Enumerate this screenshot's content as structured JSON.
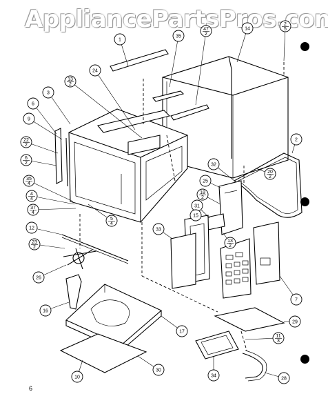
{
  "watermark": "AppliancePartsPros.com",
  "page_number": "6",
  "callouts": [
    {
      "id": "c1",
      "top": "1"
    },
    {
      "id": "c35",
      "top": "35"
    },
    {
      "id": "c47_2",
      "top": "47",
      "bottom": "2"
    },
    {
      "id": "c14",
      "top": "14"
    },
    {
      "id": "c2_5",
      "top": "2",
      "bottom": "5"
    },
    {
      "id": "c24",
      "top": "24"
    },
    {
      "id": "c13_2",
      "top": "13",
      "bottom": "2"
    },
    {
      "id": "c3",
      "top": "3"
    },
    {
      "id": "c6",
      "top": "6"
    },
    {
      "id": "c9",
      "top": "9"
    },
    {
      "id": "c22_2",
      "top": "22",
      "bottom": "2"
    },
    {
      "id": "c6_2",
      "top": "6",
      "bottom": "2"
    },
    {
      "id": "c35_4",
      "top": "35",
      "bottom": "4"
    },
    {
      "id": "c4_4",
      "top": "4",
      "bottom": "4"
    },
    {
      "id": "c37_4",
      "top": "37",
      "bottom": "4"
    },
    {
      "id": "c5_4",
      "top": "5",
      "bottom": "4"
    },
    {
      "id": "c2",
      "top": "2"
    },
    {
      "id": "c32",
      "top": "32"
    },
    {
      "id": "c20_2",
      "top": "20",
      "bottom": "2"
    },
    {
      "id": "c25",
      "top": "25"
    },
    {
      "id": "c18_2",
      "top": "18",
      "bottom": "2"
    },
    {
      "id": "c31",
      "top": "31"
    },
    {
      "id": "c15",
      "top": "15"
    },
    {
      "id": "c33",
      "top": "33"
    },
    {
      "id": "c12",
      "top": "12"
    },
    {
      "id": "c23_2",
      "top": "23",
      "bottom": "2"
    },
    {
      "id": "c13_2b",
      "top": "13",
      "bottom": "2"
    },
    {
      "id": "c26",
      "top": "26"
    },
    {
      "id": "c16",
      "top": "16"
    },
    {
      "id": "c7",
      "top": "7"
    },
    {
      "id": "c17",
      "top": "17"
    },
    {
      "id": "c29",
      "top": "29"
    },
    {
      "id": "c11_3",
      "top": "11",
      "bottom": "3"
    },
    {
      "id": "c10",
      "top": "10"
    },
    {
      "id": "c30",
      "top": "30"
    },
    {
      "id": "c34",
      "top": "34"
    },
    {
      "id": "c28",
      "top": "28"
    }
  ]
}
